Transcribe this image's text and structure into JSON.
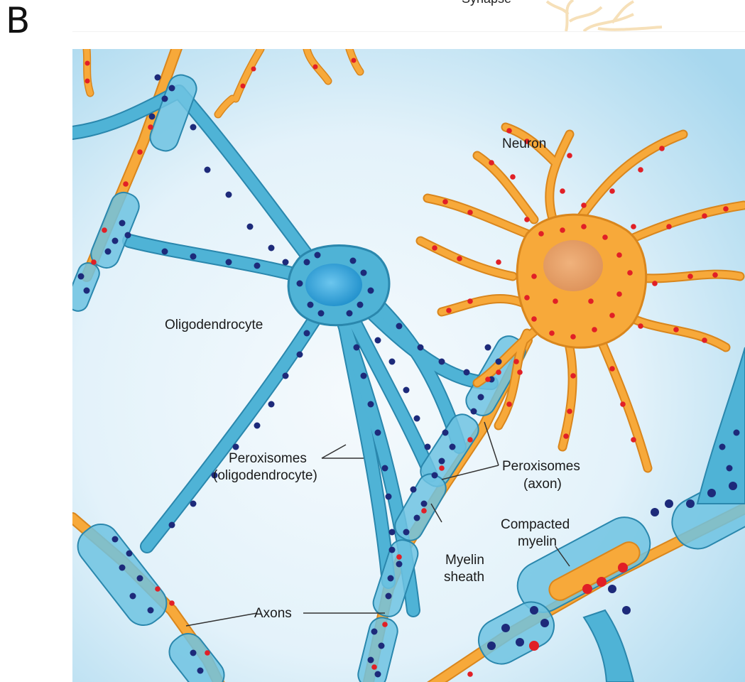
{
  "panel_letter": "B",
  "top_strip": {
    "label": "Synapse"
  },
  "labels": {
    "neuron": "Neuron",
    "oligodendrocyte": "Oligodendrocyte",
    "perox_oligo_line1": "Peroxisomes",
    "perox_oligo_line2": "(oligodendrocyte)",
    "perox_axon_line1": "Peroxisomes",
    "perox_axon_line2": "(axon)",
    "myelin_sheath_line1": "Myelin",
    "myelin_sheath_line2": "sheath",
    "compacted_line1": "Compacted",
    "compacted_line2": "myelin",
    "axons": "Axons"
  },
  "colors": {
    "background_center": "#f3f9fd",
    "background_edge": "#a9d8ef",
    "oligodendrocyte": "#4fb3d6",
    "oligodendrocyte_outline": "#2a87ad",
    "oligo_nucleus": "#2196d3",
    "neuron": "#f7a93a",
    "neuron_outline": "#d9861d",
    "neuron_nucleus": "#e59a5c",
    "axon": "#f6a43a",
    "oligo_peroxisome": "#1d2a7a",
    "axon_peroxisome": "#e11f26"
  }
}
